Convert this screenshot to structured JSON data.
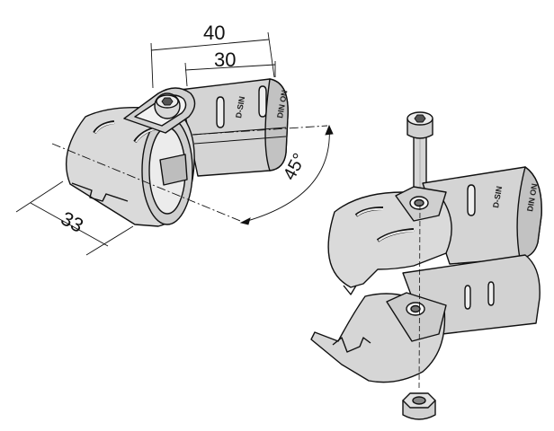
{
  "dimensions": {
    "outer_length": "40",
    "inner_length": "30",
    "tube_width": "33",
    "angle": "45°"
  },
  "part_markings": {
    "assembled_top": "D-SIN",
    "assembled_bottom": "DIN ON",
    "exploded_top": "D-SIN",
    "exploded_bottom": "DIN ON"
  },
  "colors": {
    "part_fill": "#d9d9d9",
    "part_shade": "#bdbdbd",
    "outline": "#111111"
  }
}
